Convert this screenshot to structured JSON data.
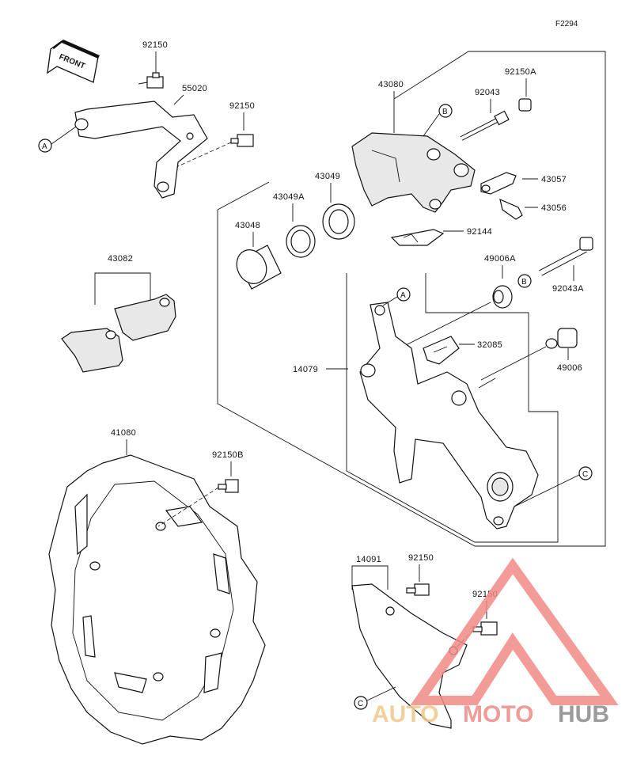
{
  "figure_code": "F2294",
  "front_label": "FRONT",
  "parts": {
    "p92150_top": "92150",
    "p55020": "55020",
    "p92150_mid": "92150",
    "p43080": "43080",
    "p92150A": "92150A",
    "p92043": "92043",
    "p43057": "43057",
    "p43056": "43056",
    "p43049": "43049",
    "p43049A": "43049A",
    "p43048": "43048",
    "p92144": "92144",
    "p43082": "43082",
    "p49006A": "49006A",
    "p92043A": "92043A",
    "p32085": "32085",
    "p14079": "14079",
    "p49006": "49006",
    "p41080": "41080",
    "p92150B": "92150B",
    "p14091": "14091",
    "p92150_guard": "92150",
    "p92150_red": "92150"
  },
  "callouts": {
    "A1": "A",
    "A2": "A",
    "B1": "B",
    "B2": "B",
    "C1": "C",
    "C2": "C"
  },
  "watermark": {
    "part1": "AUTO",
    "part2": "MOTO",
    "part3": "HUB",
    "color_auto": "#f2c68a",
    "color_moto": "#ee8a86",
    "color_hub": "#8a8a8a",
    "color_triangle": "#f08a86"
  }
}
